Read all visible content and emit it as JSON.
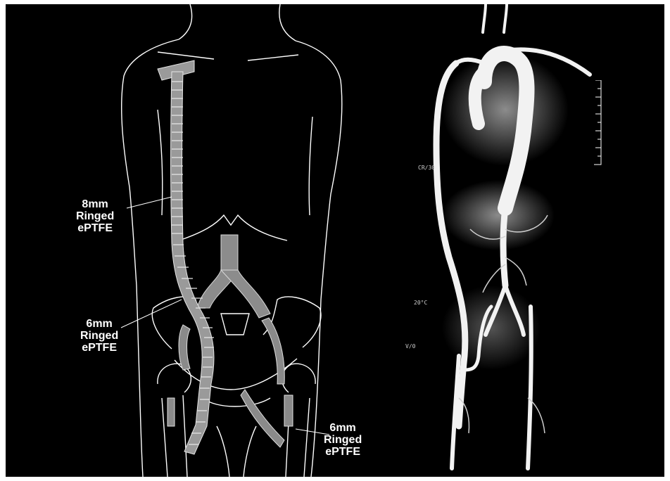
{
  "diagram": {
    "labels": [
      {
        "id": "graft-8mm",
        "lines": [
          "8mm",
          "Ringed",
          "ePTFE"
        ]
      },
      {
        "id": "graft-6mm-left",
        "lines": [
          "6mm",
          "Ringed",
          "ePTFE"
        ]
      },
      {
        "id": "graft-6mm-right",
        "lines": [
          "6mm",
          "Ringed",
          "ePTFE"
        ]
      }
    ]
  },
  "mra": {
    "tags": [
      "CR/30",
      "V/0",
      "20°C"
    ]
  },
  "colors": {
    "background": "#000000",
    "outline": "#ffffff",
    "graft": "#9a9a9a",
    "vessel": "#f2f2f2"
  }
}
